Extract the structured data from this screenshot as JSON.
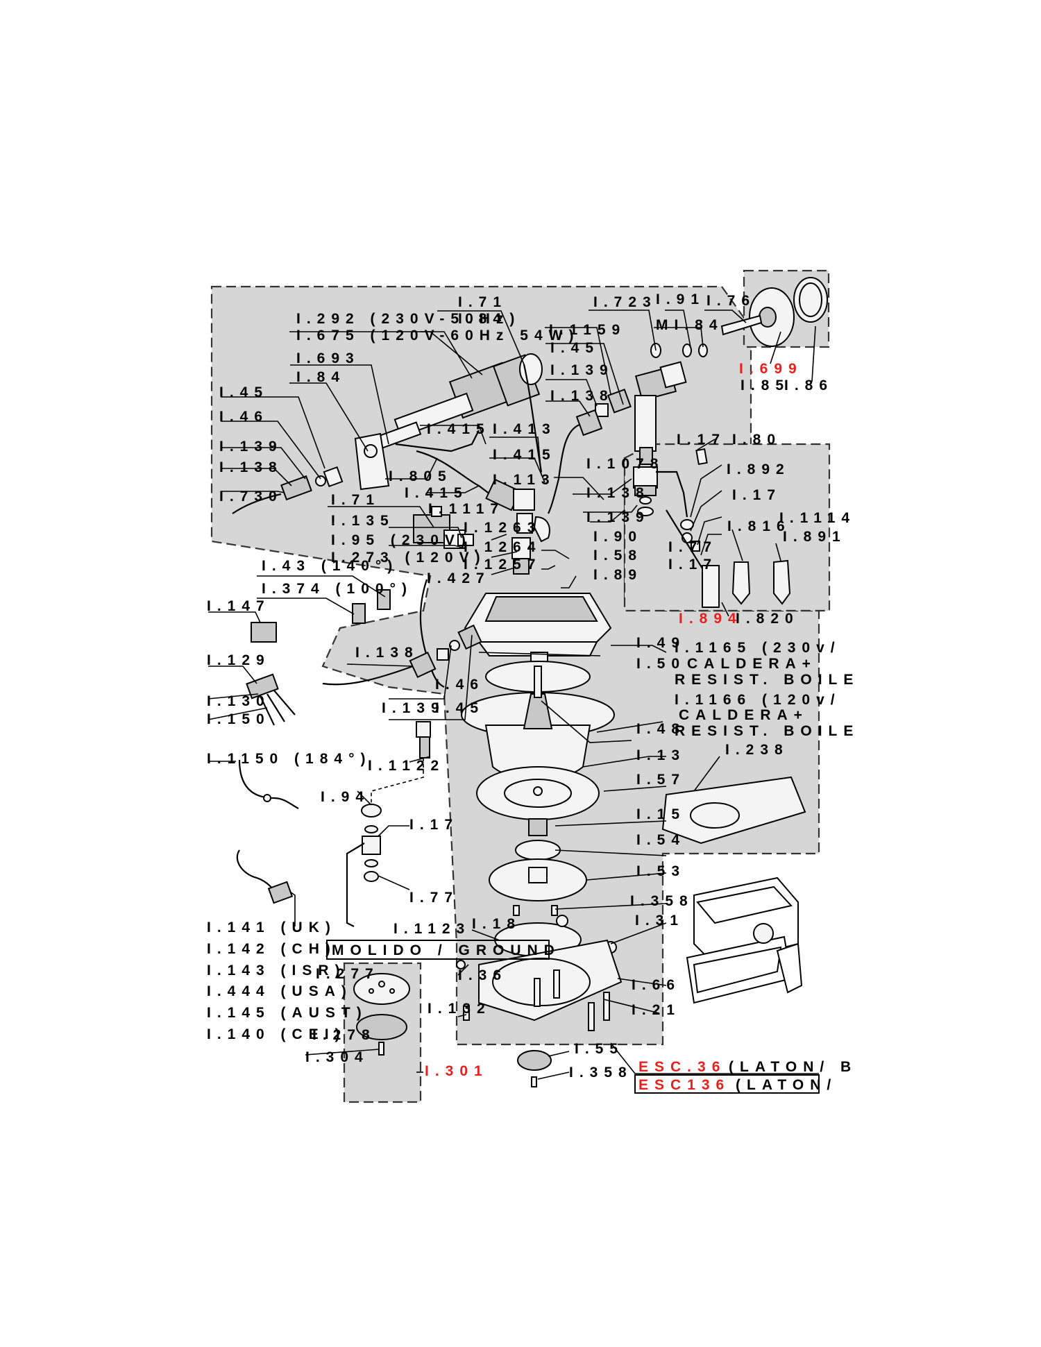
{
  "labels": {
    "l_71_top": "I.71",
    "l_292": "I.292 (230V-50Hz)",
    "l_675": "I.675 (120V-60Hz 54W)",
    "l_84_top": "I.84",
    "l_1159": "I.1159",
    "l_723": "I.723",
    "l_91": "I.91",
    "l_m184": "MI.84",
    "l_76": "I.76",
    "l_699": "I.699",
    "l_85": "I.85",
    "l_86": "I.86",
    "l_693": "I.693",
    "l_84b": "I.84",
    "l_45_right": "I.45",
    "l_139_right": "I.139",
    "l_138_right": "I.138",
    "l_45_left": "I.45",
    "l_46_left": "I.46",
    "l_139_left": "I.139",
    "l_138_left": "I.138",
    "l_730": "I.730",
    "l_415a": "I.415",
    "l_413": "I.413",
    "l_415b": "I.415",
    "l_805": "I.805",
    "l_415c": "I.415",
    "l_113": "I.113",
    "l_1078": "I.1078",
    "l_17_top": "I.17",
    "l_80": "I.80",
    "l_892": "I.892",
    "l_17_right": "I.17",
    "l_138_mid": "I.138",
    "l_139_mid": "I.139",
    "l_77_right": "I.77",
    "l_17_right2": "I.17",
    "l_816": "I.816",
    "l_1114": "I.1114",
    "l_891": "I.891",
    "l_894": "I.894",
    "l_820": "I.820",
    "l_71_mid": "I.71",
    "l_1117": "I.1117",
    "l_135": "I.135",
    "l_1263": "I.1263",
    "l_95": "I.95 (230V)",
    "l_1264": "I.1264",
    "l_273": "I.273 (120V)",
    "l_1257": "I.1257",
    "l_90": "I.90",
    "l_58": "I.58",
    "l_89": "I.89",
    "l_43": "I.43 (140°)",
    "l_427": "I.427",
    "l_374": "I.374 (100°)",
    "l_147": "I.147",
    "l_49": "I.49",
    "l_1165": "I.1165 (230v/",
    "l_caldera1": "CALDERA+",
    "l_resist1": "RESIST. BOILE",
    "l_50": "I.50",
    "l_129": "I.129",
    "l_138_low": "I.138",
    "l_46_low": "I.46",
    "l_1166": "I.1166 (120v/",
    "l_caldera2": "CALDERA+",
    "l_resist2": "RESIST. BOILE",
    "l_130": "I.130",
    "l_150": "I.150",
    "l_139_low": "I.139",
    "l_45_low": "I.45",
    "l_48": "I.48",
    "l_13": "I.13",
    "l_238": "I.238",
    "l_1150": "I.1150 (184°)",
    "l_1122": "I.1122",
    "l_57": "I.57",
    "l_94": "I.94",
    "l_15": "I.15",
    "l_17_low": "I.17",
    "l_54": "I.54",
    "l_53": "I.53",
    "l_77_low": "I.77",
    "l_358a": "I.358",
    "l_141": "I.141 (UK)",
    "l_1123": "I.1123",
    "l_18": "I.18",
    "l_31": "I.31",
    "l_142": "I.142 (CH)",
    "l_molido": "MOLIDO / GROUND",
    "l_143": "I.143 (ISR)",
    "l_277": "I.277",
    "l_36": "I.36",
    "l_66": "I.66",
    "l_444": "I.444 (USA)",
    "l_145": "I.145 (AUST)",
    "l_132": "I.132",
    "l_21": "I.21",
    "l_140": "I.140 (CEI)",
    "l_278": "I.278",
    "l_55": "I.55",
    "l_esc36": "ESC.36",
    "l_laton1": "(LATON/ B",
    "l_304": "I.304",
    "l_301": "I.301",
    "l_358b": "I.358",
    "l_esc136": "ESC136",
    "l_laton2": "(LATON/"
  }
}
